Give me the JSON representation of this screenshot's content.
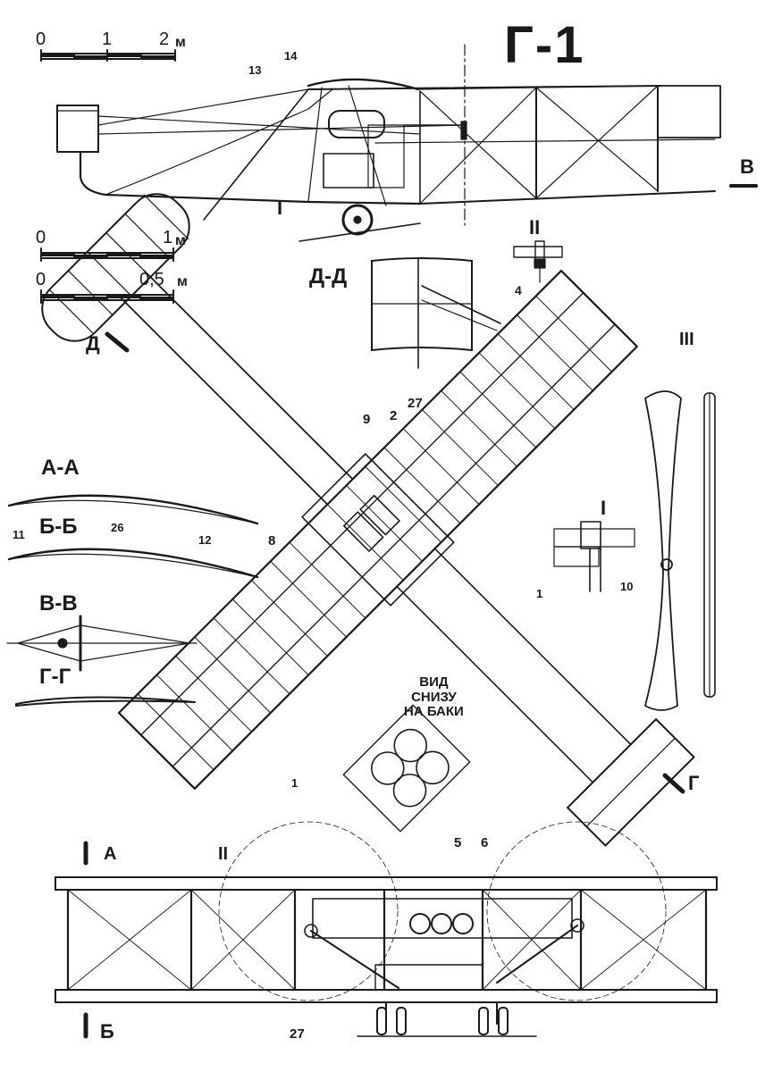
{
  "title": "Г-1",
  "scale_bars": [
    {
      "labels": [
        "0",
        "1",
        "2",
        "м"
      ]
    },
    {
      "labels": [
        "0",
        "1",
        "м"
      ]
    },
    {
      "labels": [
        "0",
        "0,5",
        "м"
      ]
    }
  ],
  "section_labels": {
    "v_marker": "В",
    "d_marker": "Д",
    "dd": "Д-Д",
    "aa": "А-А",
    "bb": "Б-Б",
    "vv": "В-В",
    "gg": "Г-Г",
    "g_marker": "Г",
    "a_marker": "А",
    "b_marker": "Б"
  },
  "detail_labels": {
    "I_side": "I",
    "I_detail": "I",
    "II_detail": "II",
    "II_front": "II",
    "III": "III"
  },
  "callouts": {
    "n13": "13",
    "n14": "14",
    "n4": "4",
    "n9": "9",
    "n2": "2",
    "n27_top": "27",
    "n11": "11",
    "n26": "26",
    "n12": "12",
    "n8": "8",
    "n1_right": "1",
    "n10": "10",
    "n1_left": "1",
    "n5": "5",
    "n6": "6",
    "n27_bottom": "27"
  },
  "note_bottom_view": [
    "ВИД",
    "СНИЗУ",
    "НА БАКИ"
  ],
  "colors": {
    "ink": "#1a1a1a",
    "paper": "#ffffff"
  }
}
